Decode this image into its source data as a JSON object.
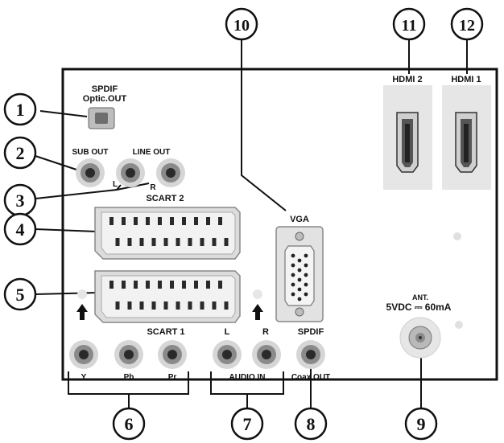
{
  "callouts": [
    "1",
    "2",
    "3",
    "4",
    "5",
    "6",
    "7",
    "8",
    "9",
    "10",
    "11",
    "12"
  ],
  "labels": {
    "spdif_optic_line1": "SPDIF",
    "spdif_optic_line2": "Optic.OUT",
    "sub_out": "SUB OUT",
    "line_out": "LINE OUT",
    "line_l": "L",
    "line_r": "R",
    "scart2": "SCART 2",
    "scart1": "SCART 1",
    "y": "Y",
    "pb": "Pb",
    "pr": "Pr",
    "audio_l": "L",
    "audio_r": "R",
    "audio_in": "AUDIO IN",
    "spdif_coax_line1": "SPDIF",
    "spdif_coax_line2": "Coax.OUT",
    "vga": "VGA",
    "hdmi2": "HDMI 2",
    "hdmi1": "HDMI 1",
    "ant_line1": "ANT.",
    "ant_line2": "5VDC ⎓ 60mA"
  },
  "colors": {
    "panel_border": "#111111",
    "jack_outer": "#d6d6d6",
    "jack_ring": "#8a8a8a",
    "jack_core": "#2a2a2a",
    "scart_fill": "#dcdcdc",
    "hdmi_bg": "#e6e6e6"
  }
}
